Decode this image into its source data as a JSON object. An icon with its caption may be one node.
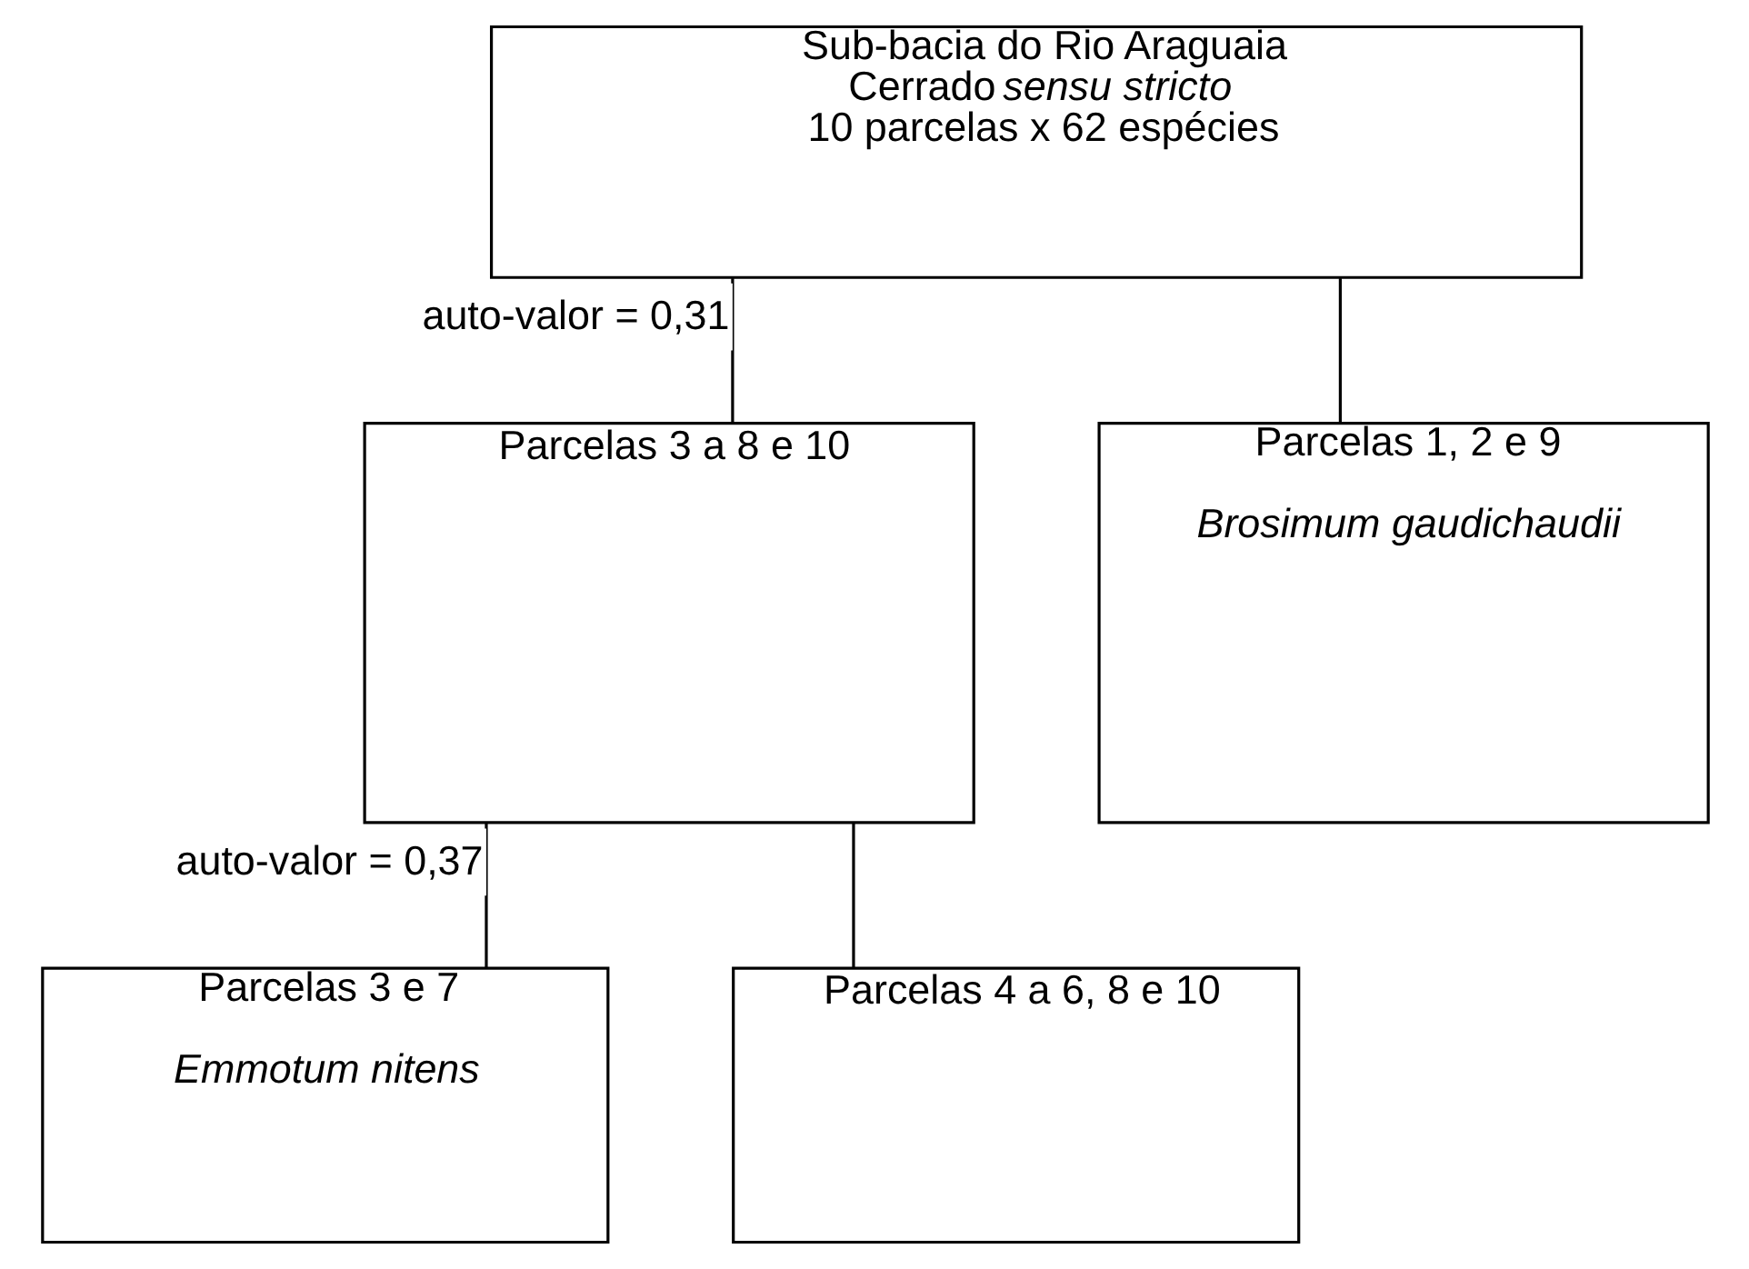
{
  "diagram": {
    "nodes": [
      {
        "text": [
          "Sub-bacia do Rio Araguaia",
          "Cerrado *sensu stricto*",
          "10 parcelas x 62 espécies"
        ]
      },
      {
        "text": [
          "Parcelas 3 a 8 e 10"
        ]
      },
      {
        "text": [
          "Parcelas 1, 2 e 9",
          "Brosimum gaudichaudii"
        ]
      },
      {
        "text": [
          "Parcelas 3 e 7",
          "Emmotum nitens"
        ]
      },
      {
        "text": [
          "Parcelas 4 a 6, 8 e 10"
        ]
      }
    ],
    "edges": [
      {
        "from": 0,
        "to": 1,
        "arrow": "none",
        "label": "auto-valor = 0,31"
      },
      {
        "from": 0,
        "to": 2,
        "arrow": "none"
      },
      {
        "from": 1,
        "to": 3,
        "arrow": "none",
        "label": "auto-valor = 0,37"
      },
      {
        "from": 1,
        "to": 4,
        "arrow": "none"
      }
    ]
  }
}
